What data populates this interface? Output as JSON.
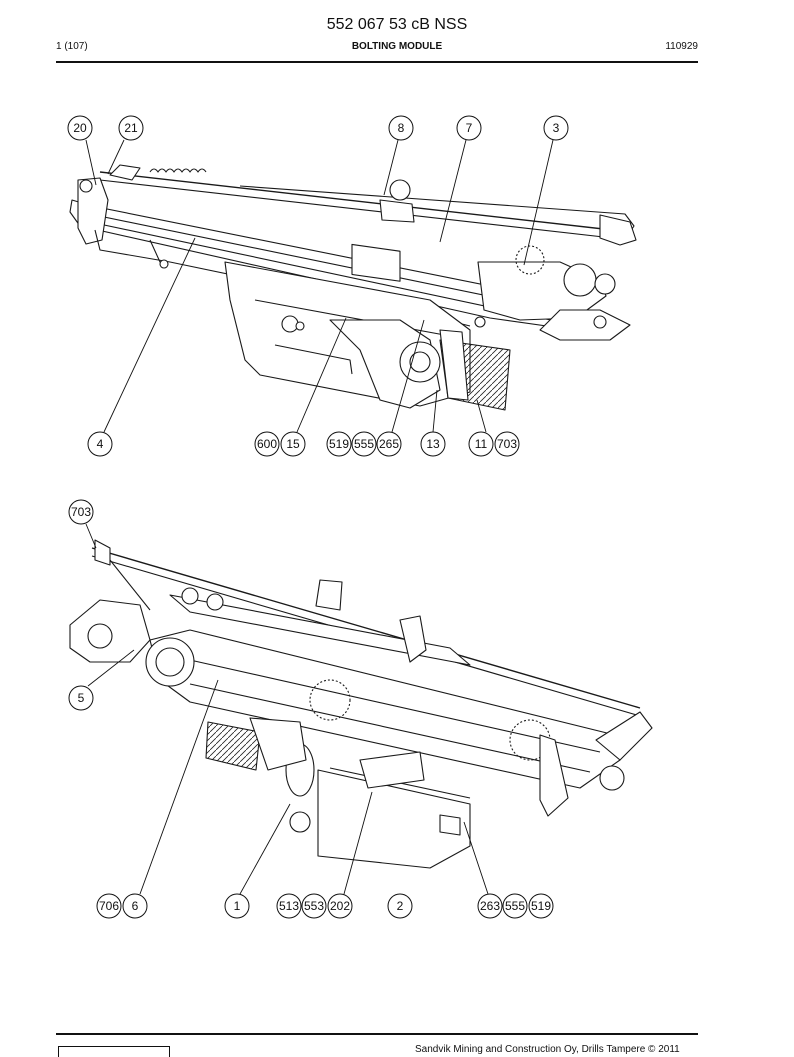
{
  "header": {
    "doc_number": "552 067 53 cB NSS",
    "page_ref": "1 (107)",
    "module_title": "BOLTING MODULE",
    "date_code": "110929"
  },
  "diagrams": [
    {
      "callouts": [
        {
          "label": "20"
        },
        {
          "label": "21"
        },
        {
          "label": "8"
        },
        {
          "label": "7"
        },
        {
          "label": "3"
        },
        {
          "label": "4"
        },
        {
          "label": "600"
        },
        {
          "label": "15"
        },
        {
          "label": "519"
        },
        {
          "label": "555"
        },
        {
          "label": "265"
        },
        {
          "label": "13"
        },
        {
          "label": "11"
        },
        {
          "label": "703"
        }
      ]
    },
    {
      "callouts": [
        {
          "label": "703"
        },
        {
          "label": "5"
        },
        {
          "label": "706"
        },
        {
          "label": "6"
        },
        {
          "label": "1"
        },
        {
          "label": "513"
        },
        {
          "label": "553"
        },
        {
          "label": "202"
        },
        {
          "label": "2"
        },
        {
          "label": "263"
        },
        {
          "label": "555"
        },
        {
          "label": "519"
        }
      ]
    }
  ],
  "footer": {
    "copyright": "Sandvik Mining and Construction Oy, Drills Tampere © 2011"
  }
}
